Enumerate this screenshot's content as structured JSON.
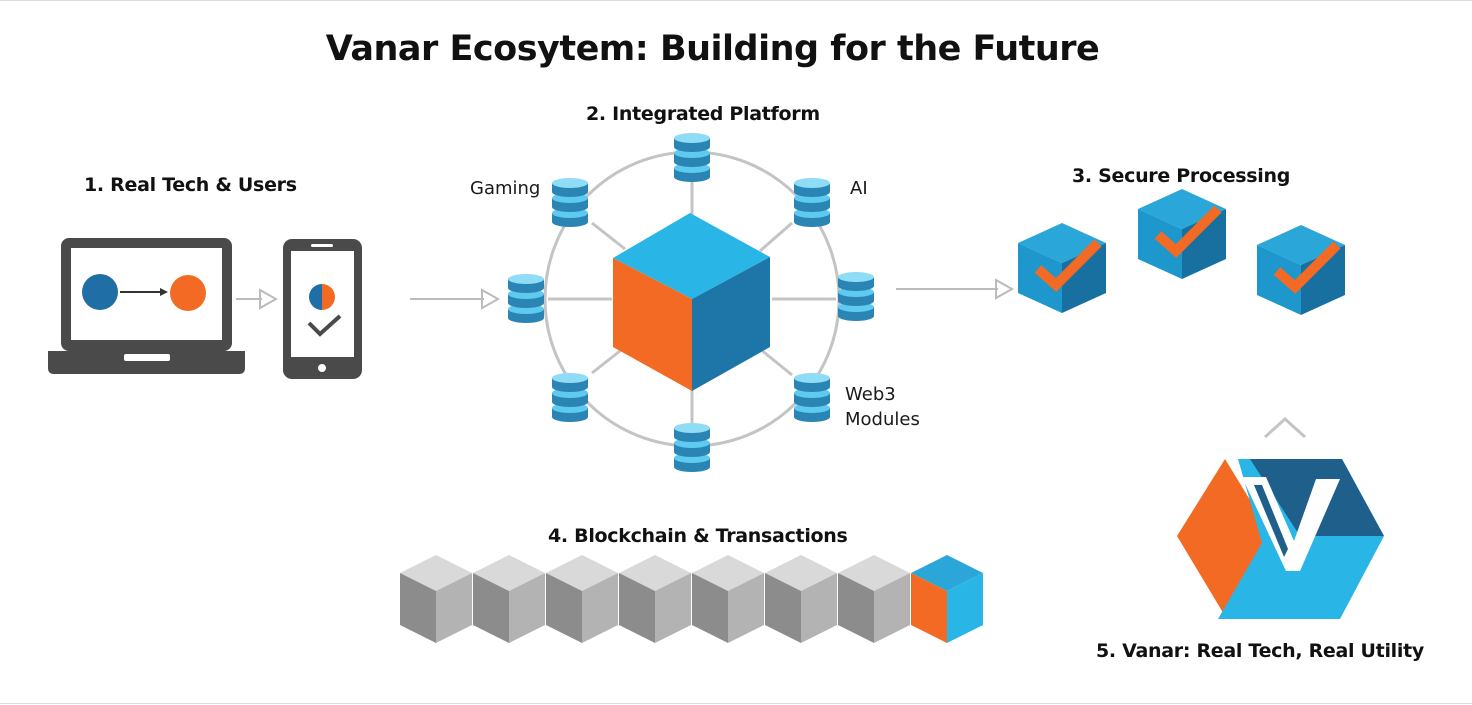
{
  "title": "Vanar Ecosytem: Building for the Future",
  "sections": {
    "real_tech": "1. Real Tech & Users",
    "platform": "2. Integrated Platform",
    "secure": "3. Secure Processing",
    "blockchain": "4. Blockchain & Transactions",
    "vanar": "5. Vanar: Real Tech, Real Utility"
  },
  "platform_labels": {
    "gaming": "Gaming",
    "ai": "AI",
    "web3_line1": "Web3",
    "web3_line2": "Modules"
  },
  "colors": {
    "orange": "#f26a24",
    "sky_blue": "#29b6e6",
    "dark_blue": "#1e76a8",
    "navy": "#1f5f8b",
    "device_gray": "#4a4a4a",
    "block_gray": "#b0b0b0"
  },
  "icons": [
    "laptop-icon",
    "smartphone-icon",
    "checkmark-icon",
    "database-icon",
    "cube-icon",
    "vanar-logo"
  ]
}
